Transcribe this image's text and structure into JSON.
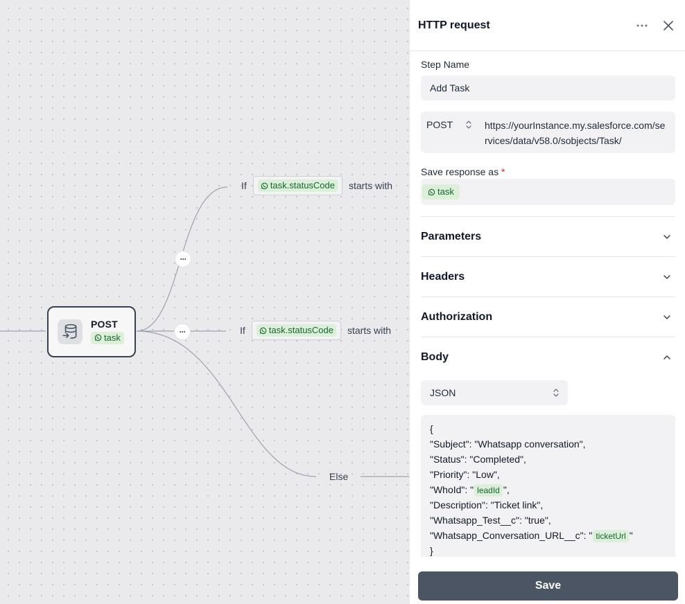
{
  "canvas": {
    "node": {
      "title": "POST",
      "tag": "task"
    },
    "conditions": [
      {
        "if_label": "If",
        "variable": "task.statusCode",
        "operator": "starts with"
      },
      {
        "if_label": "If",
        "variable": "task.statusCode",
        "operator": "starts with"
      }
    ],
    "else_label": "Else",
    "more_label": "···"
  },
  "panel": {
    "title": "HTTP request",
    "step_name": {
      "label": "Step Name",
      "value": "Add Task"
    },
    "request": {
      "method": "POST",
      "url": "https://yourInstance.my.salesforce.com/services/data/v58.0/sobjects/Task/"
    },
    "save_response": {
      "label": "Save response as",
      "required_mark": "*",
      "value": "task"
    },
    "sections": [
      {
        "label": "Parameters",
        "expanded": false
      },
      {
        "label": "Headers",
        "expanded": false
      },
      {
        "label": "Authorization",
        "expanded": false
      },
      {
        "label": "Body",
        "expanded": true
      }
    ],
    "body_format": "JSON",
    "body_code": {
      "open": "{",
      "subject": "\"Subject\": \"Whatsapp conversation\",",
      "status": "\"Status\": \"Completed\",",
      "priority": "\"Priority\": \"Low\",",
      "whoid_pre": "\"WhoId\": \"",
      "whoid_var": "leadId",
      "whoid_post": "\",",
      "description": "\"Description\": \"Ticket link\",",
      "test": "\"Whatsapp_Test__c\": \"true\",",
      "url_pre": "\"Whatsapp_Conversation_URL__c\": \"",
      "url_var": "ticketUrl",
      "url_post": "\"",
      "close": "}"
    },
    "save_button": "Save"
  },
  "colors": {
    "tag_bg": "#dcefd8",
    "tag_text": "#166534",
    "save_button_bg": "#4b5563",
    "required": "#dc2626",
    "node_border": "#374151"
  },
  "icons": {
    "node": "database-arrow-icon",
    "tag": "whatsapp-icon",
    "more": "more-horizontal-icon",
    "close": "close-icon",
    "expand": "chevron-down-icon",
    "collapse": "chevron-up-icon",
    "select": "chevron-up-down-icon"
  }
}
